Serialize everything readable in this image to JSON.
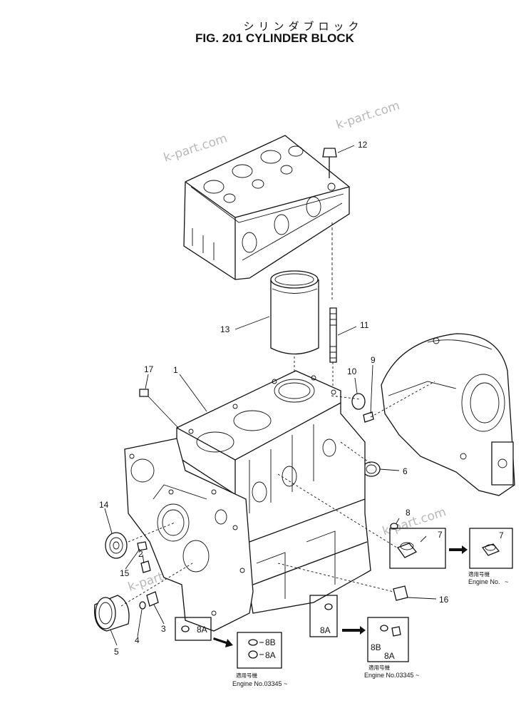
{
  "title": {
    "japanese": "シリンダブロック",
    "english": "FIG. 201  CYLINDER BLOCK"
  },
  "watermarks": [
    "k-part.com",
    "k-part.com",
    "k-part.com",
    "k-part.com"
  ],
  "callouts": {
    "p1": "1",
    "p2": "2",
    "p3": "3",
    "p4": "4",
    "p5": "5",
    "p6": "6",
    "p7a": "7",
    "p7b": "7",
    "p8": "8",
    "p9": "9",
    "p10": "10",
    "p11": "11",
    "p12": "12",
    "p13": "13",
    "p14": "14",
    "p15": "15",
    "p16": "16",
    "p17": "17",
    "p8a1": "8A",
    "p8a2": "8A",
    "p8a3": "8A",
    "p8a4": "8A",
    "p8b1": "8B",
    "p8b2": "8B"
  },
  "notes": {
    "jp1": "適用号機",
    "engine1": "Engine No.",
    "jp2": "適用号機",
    "engine2": "Engine No.03345 ~",
    "jp3": "適用号機",
    "engine3": "Engine No.03345 ~",
    "tilde": "~"
  }
}
